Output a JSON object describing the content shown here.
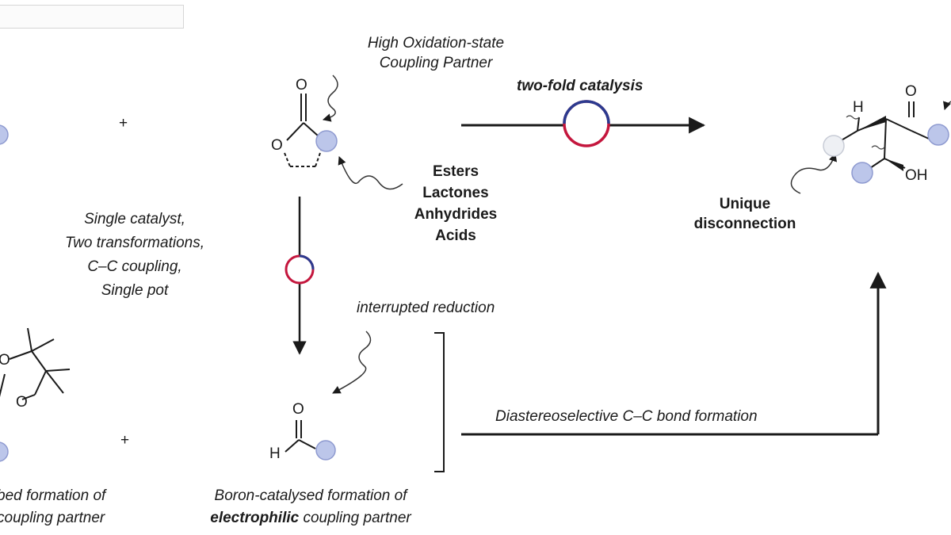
{
  "labels": {
    "high_ox_line1": "High Oxidation-state",
    "high_ox_line2": "Coupling Partner",
    "twofold": "two-fold catalysis",
    "substrates": [
      "Esters",
      "Lactones",
      "Anhydrides",
      "Acids"
    ],
    "single_catalyst": [
      "Single catalyst,",
      "Two transformations,",
      "C–C coupling,",
      "Single pot"
    ],
    "interrupted": "interrupted reduction",
    "unique": [
      "Unique",
      "disconnection"
    ],
    "diastereo": "Diastereoselective C–C bond formation",
    "left_caption": [
      "bed formation of",
      "coupling partner"
    ],
    "boron_caption_line1": "Boron-catalysed formation of",
    "boron_caption_bold": "electrophilic",
    "boron_caption_rest": " coupling partner"
  },
  "atoms": {
    "carbonyl_o": "O",
    "ring_o": "O",
    "aldehyde_o": "O",
    "aldehyde_h": "H",
    "pin_o_top": "O",
    "pin_o_bottom": "O",
    "product_h": "H",
    "product_o": "O",
    "product_oh": "OH"
  },
  "operators": {
    "plus": "+"
  },
  "colors": {
    "ink": "#1a1a1a",
    "catalyst_red": "#c4163d",
    "catalyst_blue": "#2b3a8f",
    "substituent_fill": "#bcc6ea",
    "substituent_stroke": "#8e9ad0",
    "substituent_pale_fill": "#eef0f4"
  }
}
